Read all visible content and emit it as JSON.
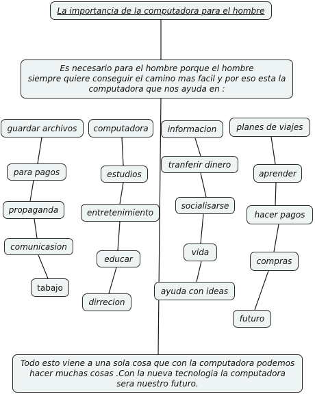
{
  "map": {
    "title": "La importancia de la computadora para el hombre",
    "intro": "Es necesario para el hombre porque el hombre\nsiempre quiere conseguir el camino mas facil y por eso esta la\ncomputadora que nos ayuda en :",
    "conclusion": "Todo esto viene a una sola cosa que con la computadora podemos\nhacer muchas cosas .Con la nueva tecnologia la computadora\nsera nuestro futuro.",
    "col1": [
      "guardar archivos",
      "para pagos",
      "propaganda",
      "comunicasion",
      "tabajo"
    ],
    "col2": [
      "computadora",
      "estudios",
      "entretenimiento",
      "educar",
      "dirrecion"
    ],
    "col3": [
      "informacion",
      "tranferir dinero",
      "socialisarse",
      "vida",
      "ayuda con ideas"
    ],
    "col4": [
      "planes de viajes",
      "aprender",
      "hacer pagos",
      "compras",
      "futuro"
    ]
  }
}
